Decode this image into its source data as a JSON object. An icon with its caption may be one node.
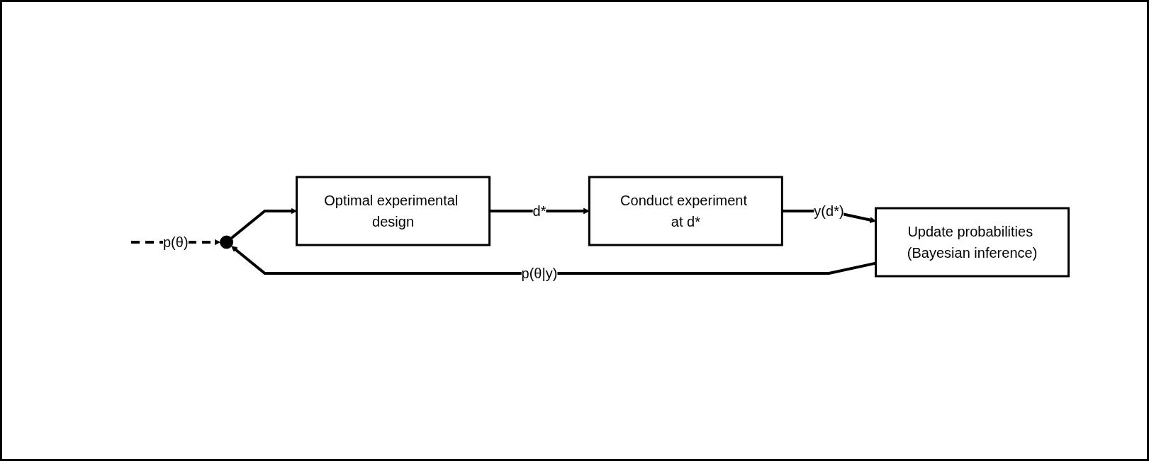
{
  "diagram": {
    "nodes": [
      {
        "text": [],
        "shape": "circle"
      },
      {
        "text": [
          "Optimal experimental design"
        ]
      },
      {
        "text": [
          "Conduct experiment at d*"
        ]
      },
      {
        "text": [
          "Update probabilities (Bayesian inference)"
        ]
      }
    ],
    "edges": [
      {
        "from": null,
        "to": 0,
        "arrow": "to",
        "style": "dashed",
        "label": "p(θ)"
      },
      {
        "from": 0,
        "to": 1,
        "arrow": "to"
      },
      {
        "from": 1,
        "to": 2,
        "arrow": "to",
        "label": "d*"
      },
      {
        "from": 2,
        "to": 3,
        "arrow": "to",
        "label": "y(d*)"
      },
      {
        "from": 3,
        "to": 0,
        "arrow": "to",
        "label": "p(θ|y)"
      }
    ]
  }
}
